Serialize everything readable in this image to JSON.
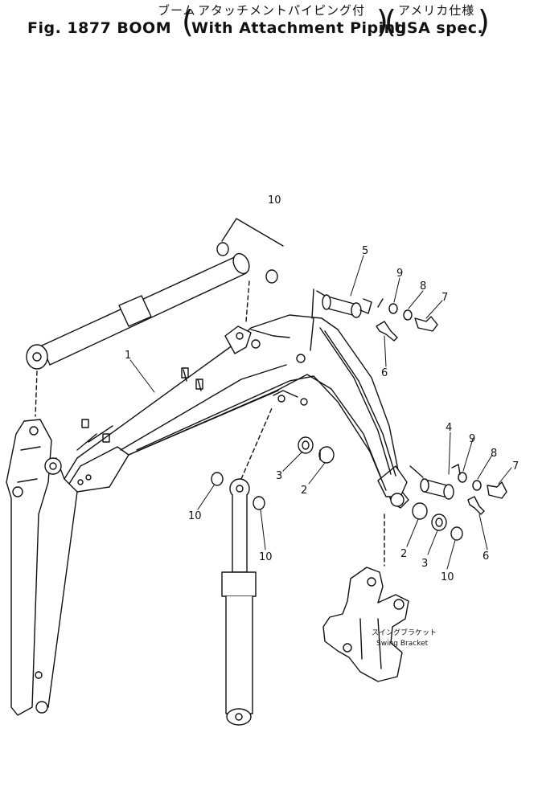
{
  "header": {
    "jp_main": "ブーム",
    "jp_sub1": "アタッチメントパイピング付",
    "jp_sub2": "アメリカ仕様",
    "fig_label": "Fig. 1877 BOOM",
    "sub1": "With Attachment Piping",
    "sub2": "USA spec."
  },
  "callouts": {
    "c1": "1",
    "c2a": "2",
    "c2b": "2",
    "c3a": "3",
    "c3b": "3",
    "c4": "4",
    "c5": "5",
    "c6a": "6",
    "c6b": "6",
    "c7a": "7",
    "c7b": "7",
    "c8a": "8",
    "c8b": "8",
    "c9a": "9",
    "c9b": "9",
    "c10a": "10",
    "c10b": "10",
    "c10c": "10",
    "c10d": "10"
  },
  "swing_bracket": {
    "jp": "スイングブラケット",
    "en": "Swing Bracket"
  }
}
